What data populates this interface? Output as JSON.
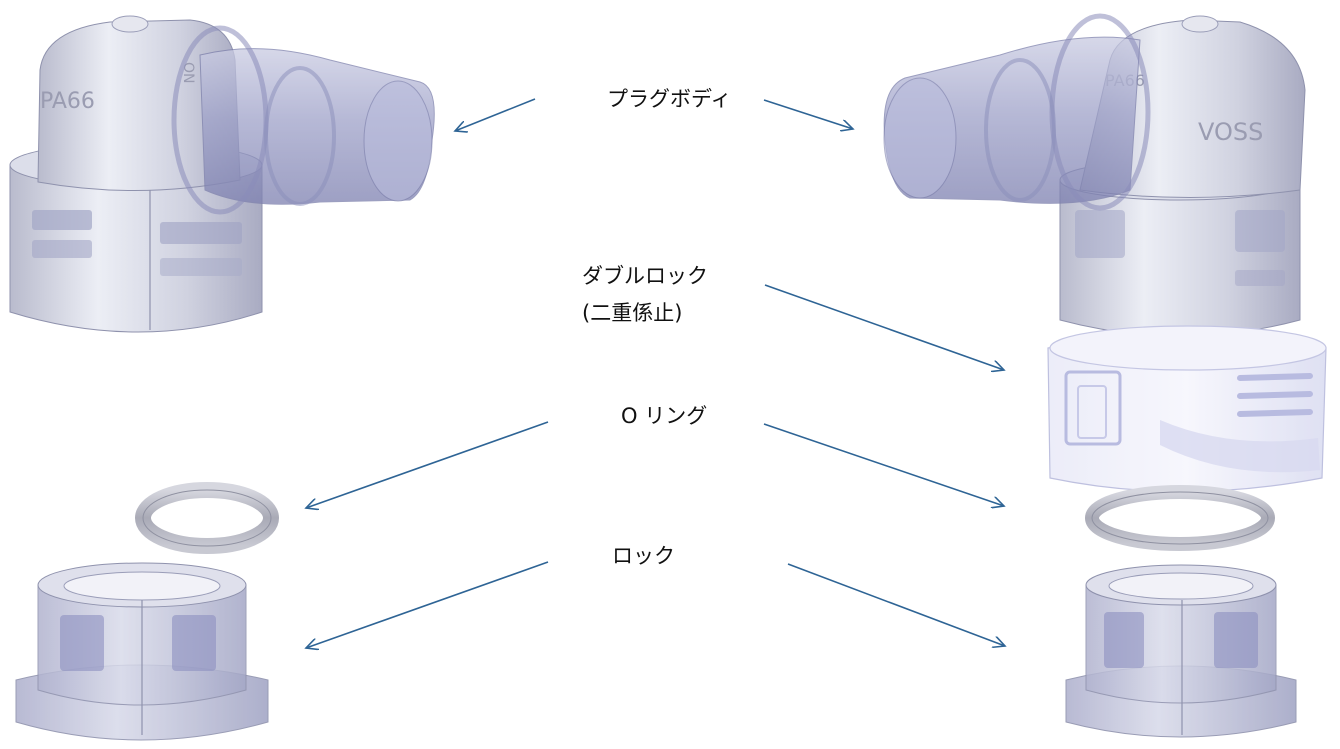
{
  "labels": {
    "plug_body": "プラグボディ",
    "double_lock_line1": "ダブルロック",
    "double_lock_line2": "(二重係止)",
    "o_ring": "O リング",
    "lock": "ロック"
  },
  "part_markings": {
    "left_plug": "PA66",
    "left_plug_small": "ON",
    "right_plug": "VOSS",
    "right_plug_small": "PA66"
  },
  "colors": {
    "arrow": "#2e6495",
    "metal_light": "#e4e5ee",
    "metal_mid": "#c3c5d6",
    "metal_dark": "#9a9db8",
    "translucent_blue": "#8c8fc4",
    "ring": "#b9bac6"
  }
}
